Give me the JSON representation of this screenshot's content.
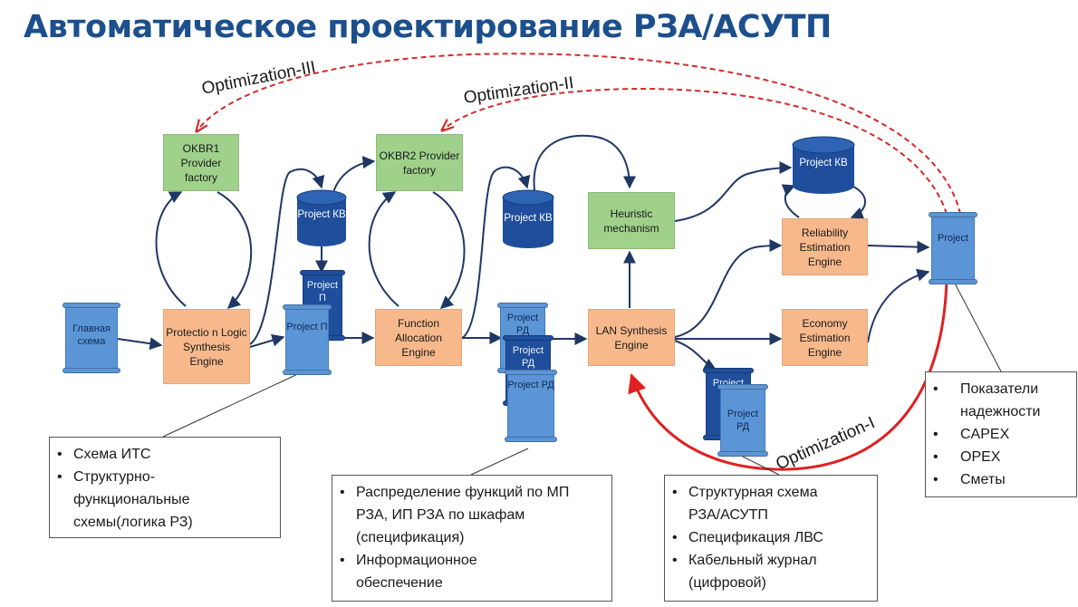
{
  "title": "Автоматическое проектирование РЗА/АСУТП",
  "colors": {
    "title": "#1c4f8c",
    "arrow": "#1f3764",
    "dashed": "#d62a2a",
    "optimization_1": "#e02020"
  },
  "nodes": {
    "main_scheme": "Главная схема",
    "okbr1": "OKBR1 Provider factory",
    "okbr2": "OKBR2 Provider factory",
    "protection_logic": "Protectio n Logic Synthesis Engine",
    "function_allocation": "Function Allocation Engine",
    "lan_synthesis": "LAN Synthesis Engine",
    "heuristic": "Heuristic mechanism",
    "reliability": "Reliability Estimation Engine",
    "economy": "Economy Estimation Engine",
    "project_kb_1": "Project КВ",
    "project_kb_2": "Project КВ",
    "project_kb_3": "Project КВ",
    "project_p_back": "Project П",
    "project_p_front": "Project П",
    "project_rd_1": "Project РД",
    "project_rd_2": "Project РД",
    "project_rd_3": "Project РД",
    "project_rd_4": "Project РД",
    "project_rd_5": "Project РД",
    "project_final": "Project"
  },
  "optimizations": {
    "opt1": "Optimization-I",
    "opt2": "Optimization-II",
    "opt3": "Optimization-III"
  },
  "notes": {
    "its": [
      "Схема ИТС",
      "Структурно-функциональные схемы(логика РЗ)"
    ],
    "functions": [
      "Распределение функций по МП РЗА, ИП РЗА по шкафам (спецификация)",
      "Информационное обеспечение"
    ],
    "structure": [
      "Структурная схема РЗА/АСУТП",
      "Спецификация ЛВС",
      "Кабельный журнал (цифровой)"
    ],
    "indicators": [
      "Показатели надежности",
      "CAPEX",
      "OPEX",
      "Сметы"
    ]
  }
}
